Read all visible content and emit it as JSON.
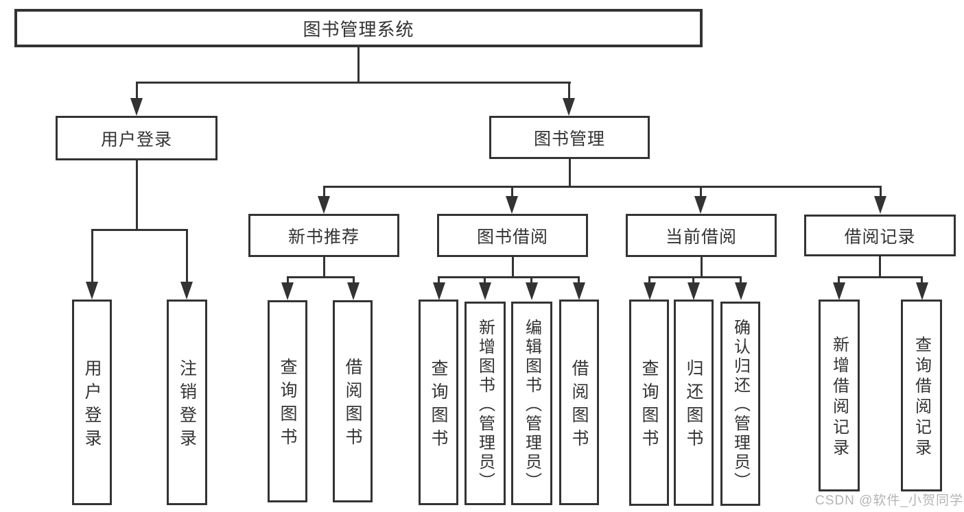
{
  "diagram": {
    "root": "图书管理系统",
    "level2": [
      "用户登录",
      "图书管理"
    ],
    "level3": [
      "新书推荐",
      "图书借阅",
      "当前借阅",
      "借阅记录"
    ],
    "leaves_user_login": [
      "用户登录",
      "注销登录"
    ],
    "leaves_new_book": [
      "查询图书",
      "借阅图书"
    ],
    "leaves_book_borrow": [
      "查询图书",
      "新增图书（管理员）",
      "编辑图书（管理员）",
      "借阅图书"
    ],
    "leaves_current_borrow": [
      "查询图书",
      "归还图书",
      "确认归还（管理员）"
    ],
    "leaves_borrow_records": [
      "新增借阅记录",
      "查询借阅记录"
    ]
  },
  "watermark": "CSDN @软件_小贺同学",
  "colors": {
    "line": "#333333",
    "text": "#333333",
    "background": "#ffffff",
    "watermark": "#b4b4b4"
  }
}
